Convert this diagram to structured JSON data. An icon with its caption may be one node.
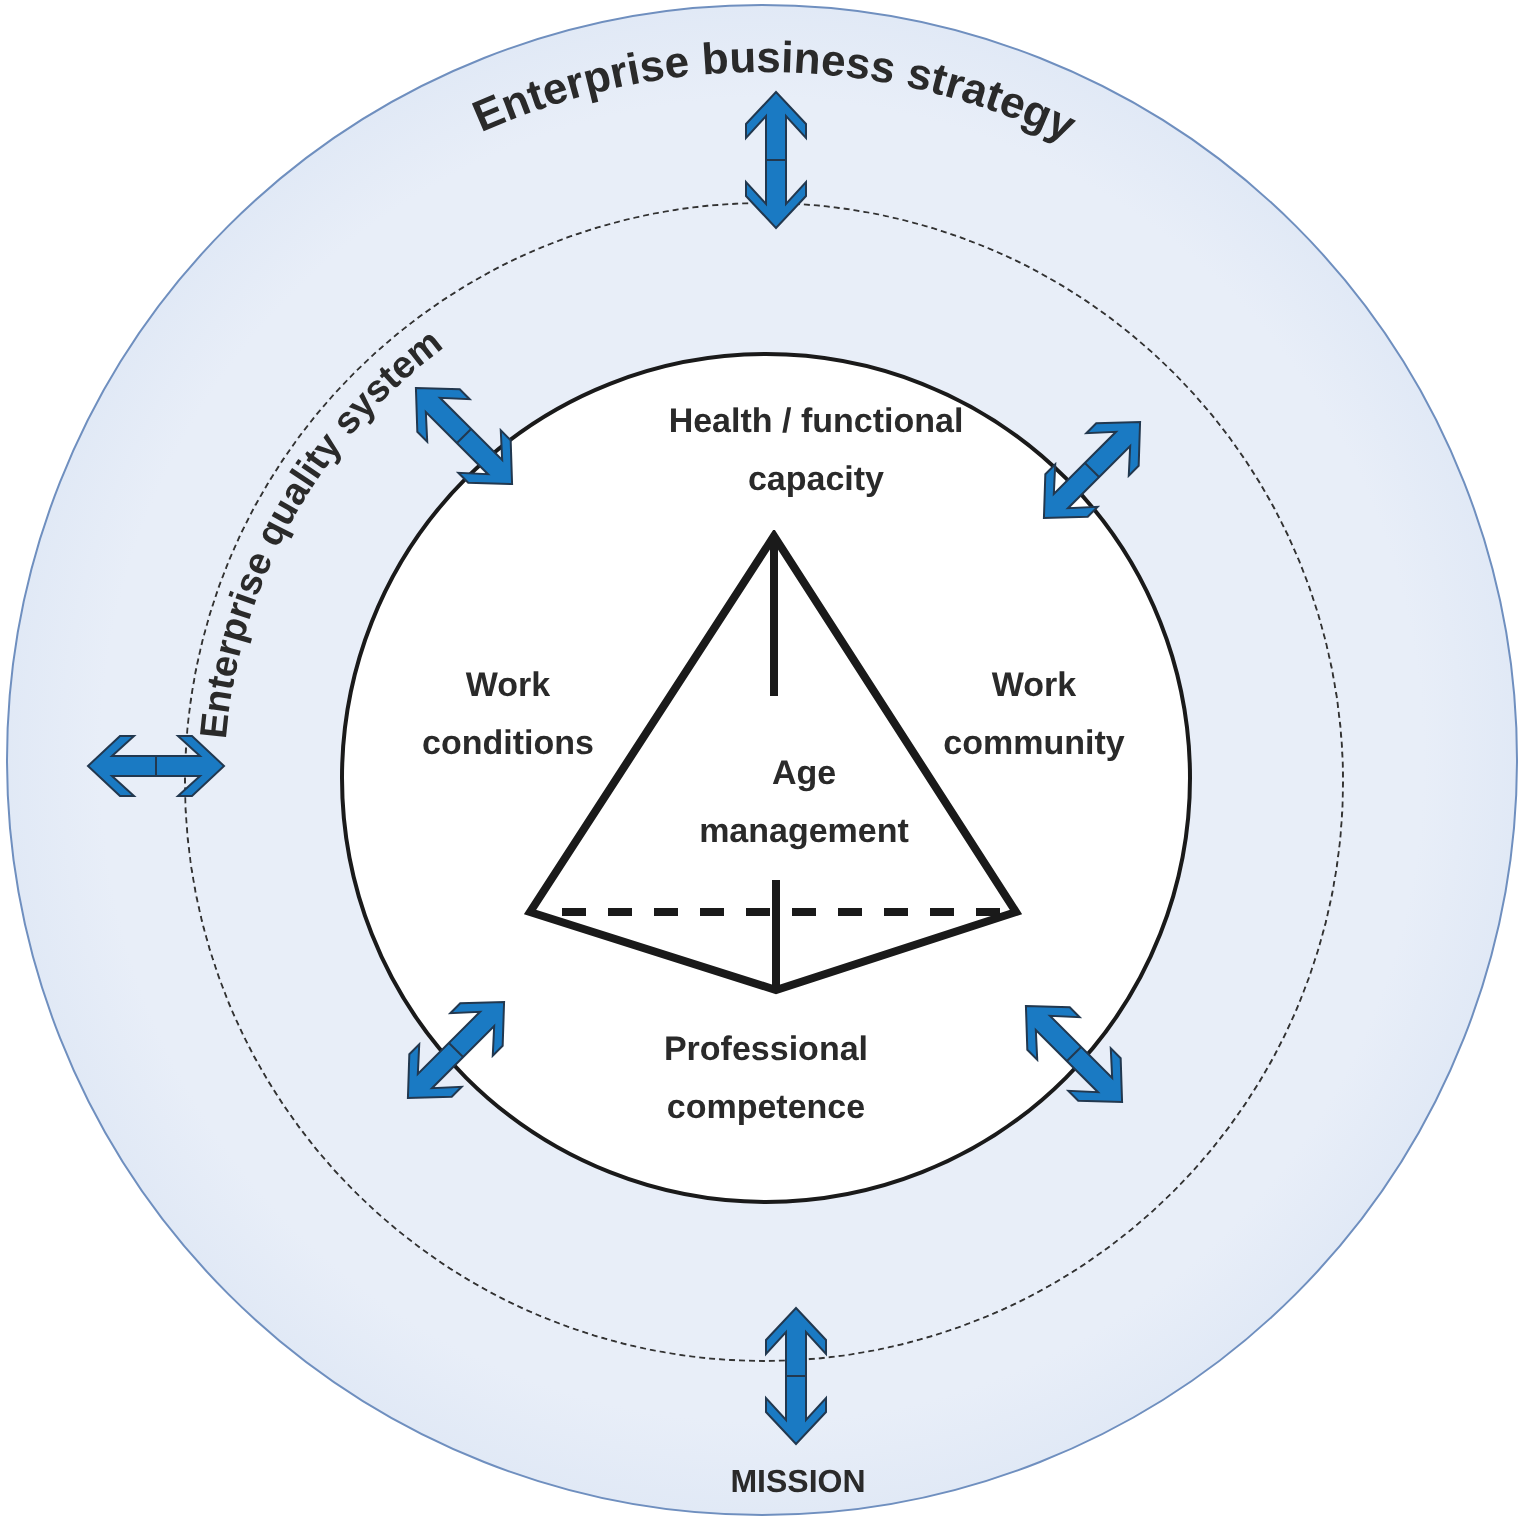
{
  "diagram": {
    "nodes": [
      {
        "text": [
          "Enterprise business strategy",
          "MISSION"
        ]
      },
      {
        "text": [
          "Enterprise quality system"
        ],
        "in": 0
      },
      {
        "text": [],
        "shape": "circle",
        "in": 1
      },
      {
        "text": [
          "Age management"
        ],
        "in": 2
      }
    ],
    "labels": [
      "Health / functional capacity",
      "Work conditions",
      "Work community",
      "Professional competence"
    ]
  }
}
